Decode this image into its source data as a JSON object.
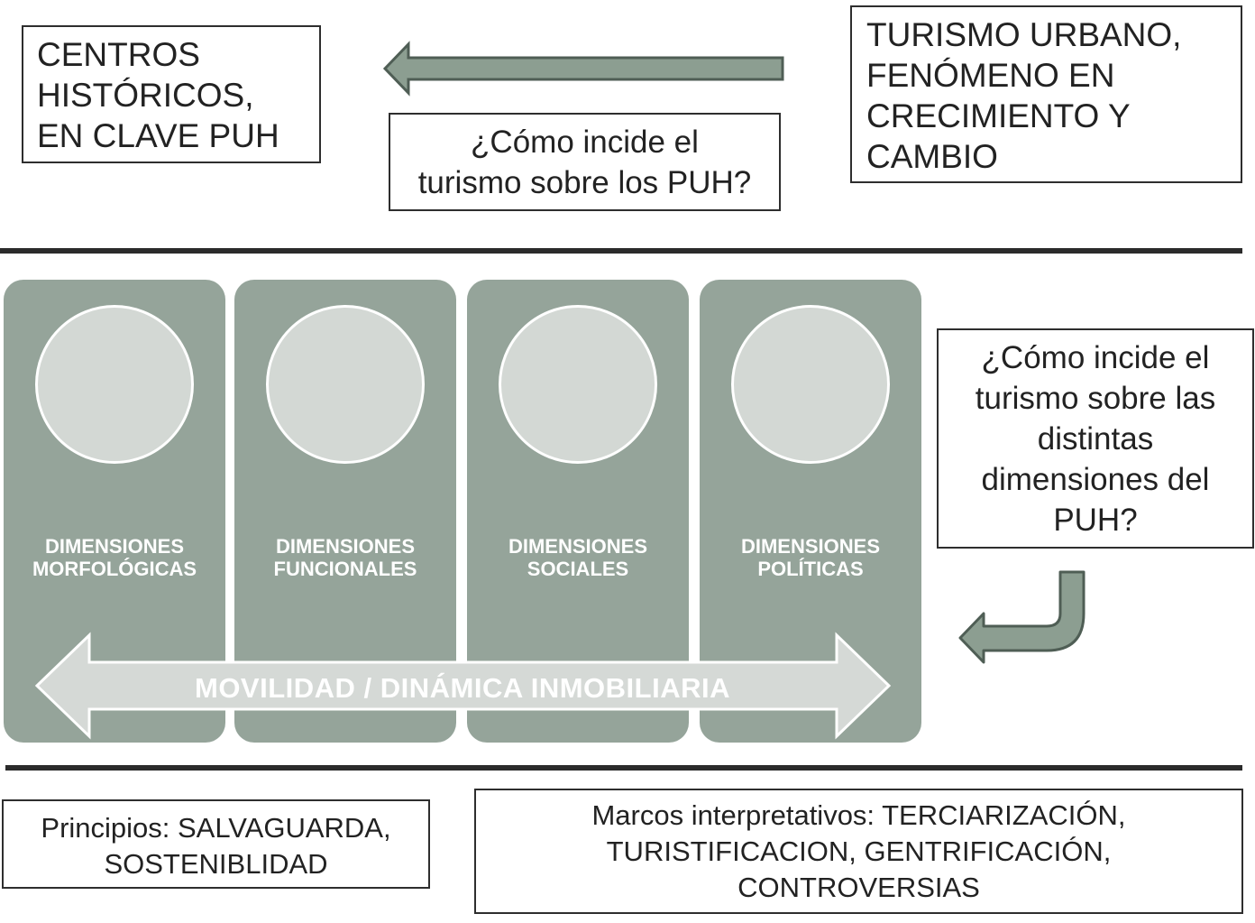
{
  "top": {
    "historic_centers": "CENTROS\nHISTÓRICOS,\nEN CLAVE PUH",
    "urban_tourism": "TURISMO URBANO,\nFENÓMENO EN\nCRECIMIENTO Y\nCAMBIO",
    "question_puh": "¿Cómo incide el\nturismo sobre los PUH?"
  },
  "dimensions": [
    {
      "label": "DIMENSIONES\nMORFOLÓGICAS"
    },
    {
      "label": "DIMENSIONES\nFUNCIONALES"
    },
    {
      "label": "DIMENSIONES\nSOCIALES"
    },
    {
      "label": "DIMENSIONES\nPOLÍTICAS"
    }
  ],
  "mobility_label": "MOVILIDAD / DINÁMICA INMOBILIARIA",
  "question_dimensions": "¿Cómo incide el\nturismo sobre las\ndistintas\ndimensiones del\nPUH?",
  "bottom": {
    "principles": "Principios:  SALVAGUARDA,\nSOSTENIBLIDAD",
    "frameworks": "Marcos  interpretativos:  TERCIARIZACIÓN,\nTURISTIFICACION, GENTRIFICACIÓN,\nCONTROVERSIAS"
  },
  "colors": {
    "card_fill": "#95a49a",
    "circle_fill": "#d3d8d4",
    "arrow_fill": "#8c9e91",
    "arrow_stroke": "#4f5e55",
    "double_arrow_fill": "#d5d9d6"
  }
}
